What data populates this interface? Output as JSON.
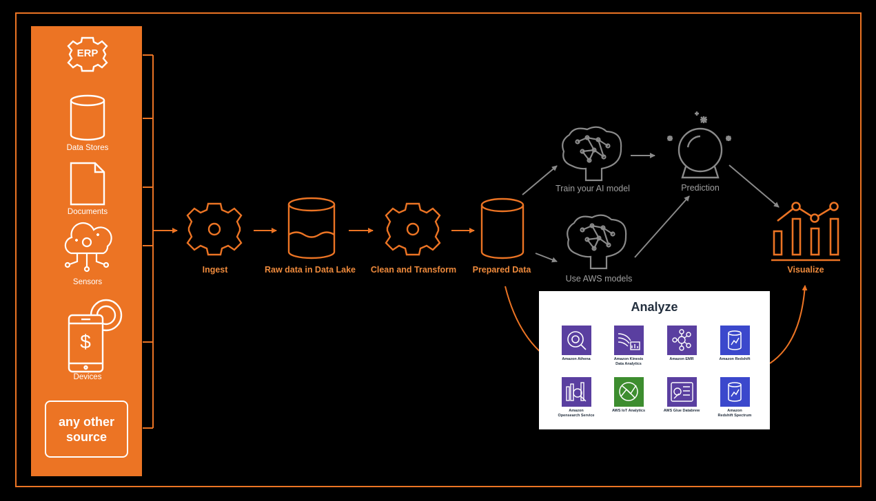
{
  "sources": {
    "erp_label": "ERP",
    "data_stores": "Data Stores",
    "documents": "Documents",
    "sensors": "Sensors",
    "devices": "Devices",
    "devices_symbol": "$",
    "other_line1": "any other",
    "other_line2": "source"
  },
  "pipeline": {
    "ingest": "Ingest",
    "raw_data": "Raw data in Data Lake",
    "clean": "Clean and Transform",
    "prepared": "Prepared Data",
    "visualize": "Visualize"
  },
  "ml": {
    "train": "Train your AI model",
    "aws_models": "Use AWS models",
    "prediction": "Prediction"
  },
  "analyze": {
    "title": "Analyze",
    "services": [
      {
        "line1": "Amazon Athena",
        "line2": ""
      },
      {
        "line1": "Amazon Kinesis",
        "line2": "Data Analytics"
      },
      {
        "line1": "Amazon EMR",
        "line2": ""
      },
      {
        "line1": "Amazon Redshift",
        "line2": ""
      },
      {
        "line1": "Amazon",
        "line2": "Opensearch Service"
      },
      {
        "line1": "AWS IoT Analytics",
        "line2": ""
      },
      {
        "line1": "AWS Glue Databrew",
        "line2": ""
      },
      {
        "line1": "Amazon",
        "line2": "Redshift Spectrum"
      }
    ]
  },
  "colors": {
    "accent": "#ec7424",
    "background": "#000000",
    "gray": "#8a8a8a",
    "purple": "#5a3fa0",
    "green": "#3d8d2f",
    "blue": "#3b48cc"
  }
}
